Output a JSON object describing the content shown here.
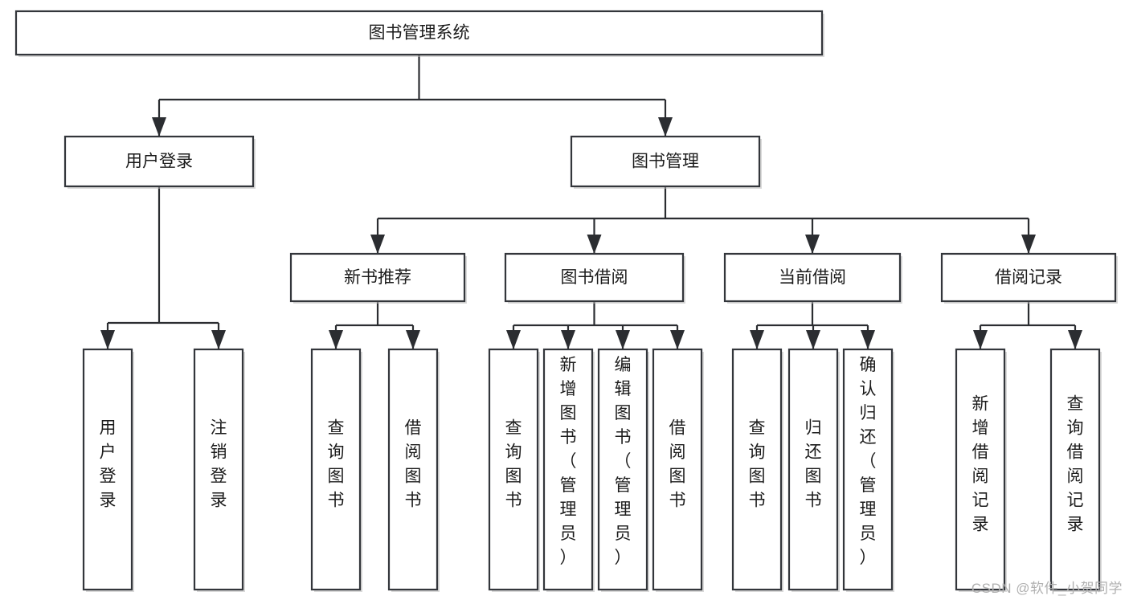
{
  "diagram": {
    "type": "tree-hierarchy-diagram",
    "title": "图书管理系统",
    "watermark": "CSDN @软件_小贺同学",
    "colors": {
      "box_stroke": "#33363b",
      "connector": "#2b2d31",
      "box_fill": "#ffffff",
      "text": "#1b1b1b",
      "background": "#ffffff",
      "watermark": "#b0b0b0"
    },
    "levels": [
      {
        "level": 1,
        "nodes": [
          {
            "id": "root",
            "label": "图书管理系统",
            "orientation": "horizontal"
          }
        ]
      },
      {
        "level": 2,
        "nodes": [
          {
            "id": "login",
            "label": "用户登录",
            "orientation": "horizontal",
            "parent": "root"
          },
          {
            "id": "bookmgmt",
            "label": "图书管理",
            "orientation": "horizontal",
            "parent": "root"
          }
        ]
      },
      {
        "level": 3,
        "nodes": [
          {
            "id": "newbook",
            "label": "新书推荐",
            "orientation": "horizontal",
            "parent": "bookmgmt"
          },
          {
            "id": "borrow",
            "label": "图书借阅",
            "orientation": "horizontal",
            "parent": "bookmgmt"
          },
          {
            "id": "current",
            "label": "当前借阅",
            "orientation": "horizontal",
            "parent": "bookmgmt"
          },
          {
            "id": "records",
            "label": "借阅记录",
            "orientation": "horizontal",
            "parent": "bookmgmt"
          }
        ]
      },
      {
        "level": 4,
        "nodes": [
          {
            "id": "leaf1",
            "label": "用户登录",
            "orientation": "vertical",
            "parent": "login"
          },
          {
            "id": "leaf2",
            "label": "注销登录",
            "orientation": "vertical",
            "parent": "login"
          },
          {
            "id": "leaf3",
            "label": "查询图书",
            "orientation": "vertical",
            "parent": "newbook"
          },
          {
            "id": "leaf4",
            "label": "借阅图书",
            "orientation": "vertical",
            "parent": "newbook"
          },
          {
            "id": "leaf5",
            "label": "查询图书",
            "orientation": "vertical",
            "parent": "borrow"
          },
          {
            "id": "leaf6",
            "label": "新增图书（管理员）",
            "orientation": "vertical",
            "parent": "borrow"
          },
          {
            "id": "leaf7",
            "label": "编辑图书（管理员）",
            "orientation": "vertical",
            "parent": "borrow"
          },
          {
            "id": "leaf8",
            "label": "借阅图书",
            "orientation": "vertical",
            "parent": "borrow"
          },
          {
            "id": "leaf9",
            "label": "查询图书",
            "orientation": "vertical",
            "parent": "current"
          },
          {
            "id": "leaf10",
            "label": "归还图书",
            "orientation": "vertical",
            "parent": "current"
          },
          {
            "id": "leaf11",
            "label": "确认归还（管理员）",
            "orientation": "vertical",
            "parent": "current"
          },
          {
            "id": "leaf12",
            "label": "新增借阅记录",
            "orientation": "vertical",
            "parent": "records"
          },
          {
            "id": "leaf13",
            "label": "查询借阅记录",
            "orientation": "vertical",
            "parent": "records"
          }
        ]
      }
    ]
  }
}
